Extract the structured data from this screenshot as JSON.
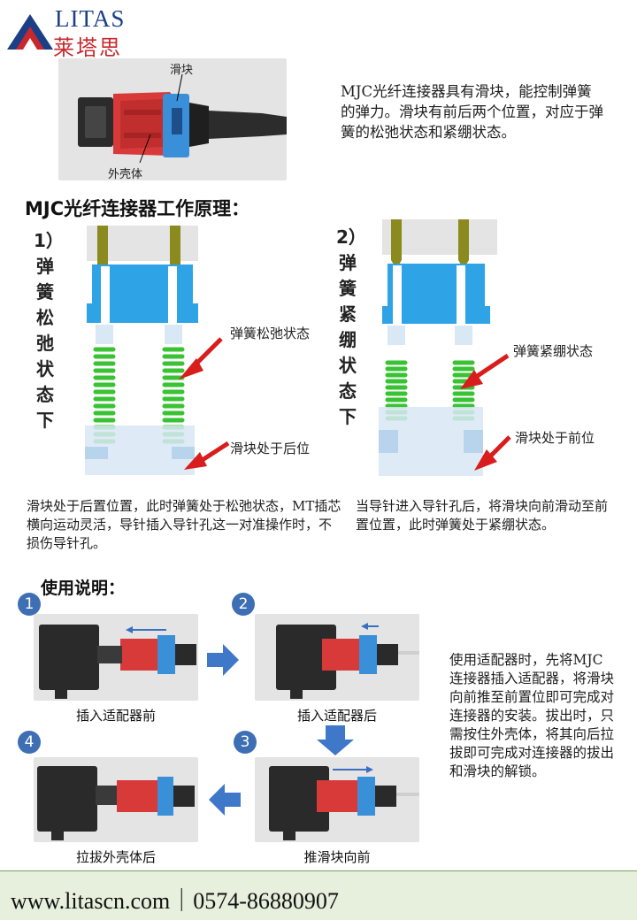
{
  "logo": {
    "name_en": "LITAS",
    "name_cn": "莱塔思",
    "colors": {
      "blue": "#1a3f86",
      "red": "#c8282d"
    }
  },
  "intro": {
    "photo_labels": {
      "slider": "滑块",
      "housing": "外壳体"
    },
    "description": "MJC光纤连接器具有滑块，能控制弹簧的弹力。滑块有前后两个位置，对应于弹簧的松弛状态和紧绷状态。"
  },
  "principle": {
    "title": "MJC光纤连接器工作原理：",
    "diagram1": {
      "label": [
        "1）",
        "弹",
        "簧",
        "松",
        "弛",
        "状",
        "态",
        "下"
      ],
      "callout_spring": "弹簧松弛状态",
      "callout_slider": "滑块处于后位",
      "caption": "滑块处于后置位置，此时弹簧处于松弛状态，MT插芯横向运动灵活，导针插入导针孔这一对准操作时，不损伤导针孔。"
    },
    "diagram2": {
      "label": [
        "2）",
        "弹",
        "簧",
        "紧",
        "绷",
        "状",
        "态",
        "下"
      ],
      "callout_spring": "弹簧紧绷状态",
      "callout_slider": "滑块处于前位",
      "caption": "当导针进入导针孔后，将滑块向前滑动至前置位置，此时弹簧处于紧绷状态。"
    }
  },
  "usage": {
    "title": "使用说明：",
    "steps": [
      {
        "num": "1",
        "caption": "插入适配器前"
      },
      {
        "num": "2",
        "caption": "插入适配器后"
      },
      {
        "num": "3",
        "caption": "推滑块向前"
      },
      {
        "num": "4",
        "caption": "拉拔外壳体后"
      }
    ],
    "instructions": "使用适配器时，先将MJC连接器插入适配器，将滑块向前推至前置位即可完成对连接器的安装。拔出时，只需按住外壳体，将其向后拉拔即可完成对连接器的拔出和滑块的解锁。"
  },
  "footer": {
    "text": "www.litascn.com｜0574-86880907"
  },
  "colors": {
    "spring": "#39c233",
    "housing": "#d93b3b",
    "slider": "#3a8fd9",
    "arrow": "#d91c1c",
    "step_arrow": "#3f77c9",
    "footer_bg": "#e7f0dc"
  }
}
